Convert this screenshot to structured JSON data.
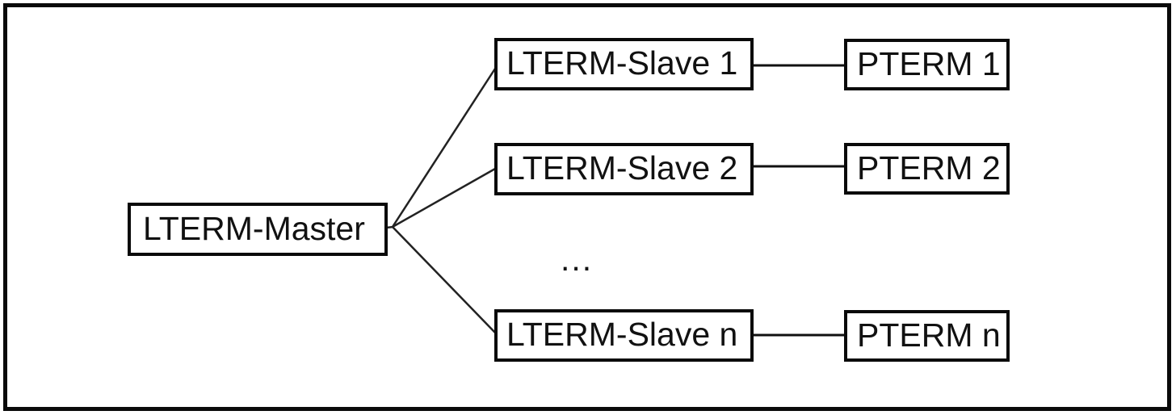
{
  "diagram": {
    "title_hint": "LTERM master-slave to PTERM mapping",
    "master": {
      "label": "LTERM-Master"
    },
    "ellipsis": "...",
    "rows": [
      {
        "slave_label": "LTERM-Slave 1",
        "pterm_label": "PTERM 1"
      },
      {
        "slave_label": "LTERM-Slave 2",
        "pterm_label": "PTERM 2"
      },
      {
        "slave_label": "LTERM-Slave n",
        "pterm_label": "PTERM n"
      }
    ],
    "colors": {
      "background": "#ffffff",
      "stroke": "#0a0a0a",
      "text": "#111111"
    }
  }
}
